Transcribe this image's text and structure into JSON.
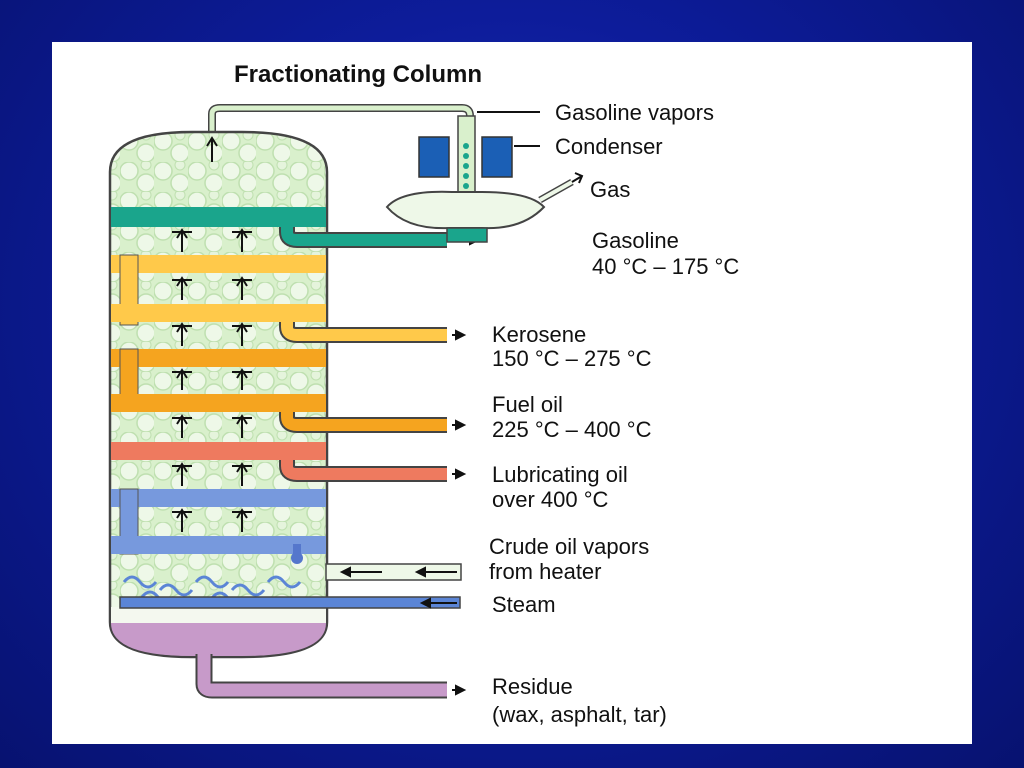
{
  "title": "Fractionating Column",
  "colors": {
    "gasoline": "#1aa58c",
    "kerosene": "#ffc94a",
    "fuel_oil": "#f5a41f",
    "lubricating_oil": "#ee7a5f",
    "crude": "#7799dd",
    "steam": "#5b85d6",
    "residue": "#c79ac9",
    "column_fill": "#d7efc8",
    "condenser": "#1b5fb5",
    "background": "#0d1c9a"
  },
  "labels": {
    "gasoline_vapors": "Gasoline vapors",
    "condenser": "Condenser",
    "gas": "Gas",
    "gasoline_name": "Gasoline",
    "gasoline_range": "40 °C – 175 °C",
    "kerosene_name": "Kerosene",
    "kerosene_range": "150 °C – 275 °C",
    "fuel_oil_name": "Fuel oil",
    "fuel_oil_range": "225 °C – 400 °C",
    "lubricating_name": "Lubricating oil",
    "lubricating_range": "over 400 °C",
    "crude_line1": "Crude oil vapors",
    "crude_line2": "from heater",
    "steam": "Steam",
    "residue_name": "Residue",
    "residue_detail": "(wax, asphalt, tar)"
  }
}
